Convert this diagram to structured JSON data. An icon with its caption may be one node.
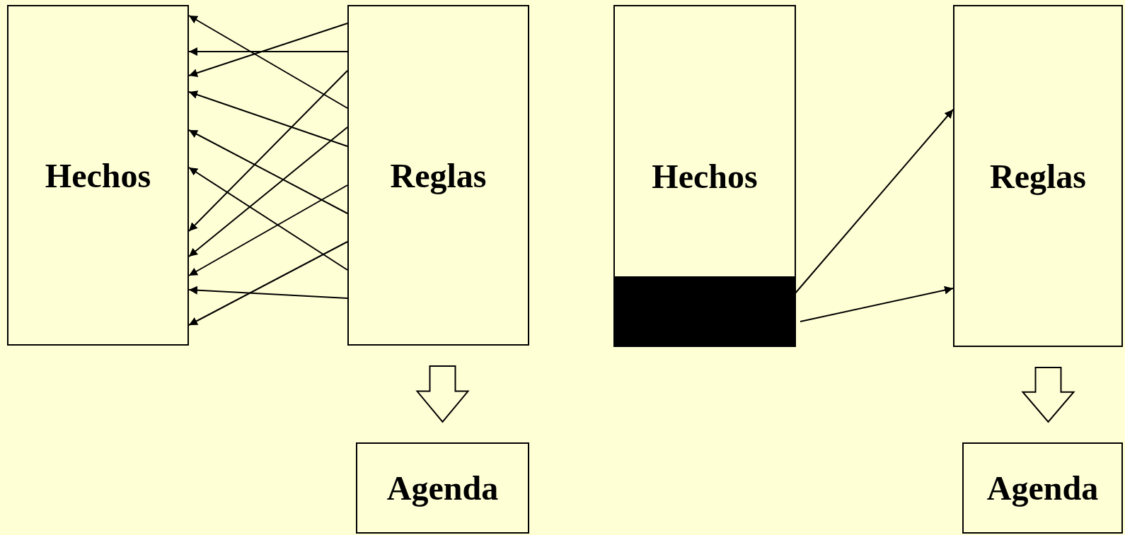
{
  "diagram": {
    "nodes": [
      {
        "text": [
          "Hechos"
        ]
      },
      {
        "text": [
          "Reglas"
        ]
      },
      {
        "text": [
          "Agenda"
        ]
      },
      {
        "text": [
          "Hechos"
        ]
      },
      {
        "text": [],
        "shape": "bar",
        "in": 3
      },
      {
        "text": [
          "Reglas"
        ]
      },
      {
        "text": [
          "Agenda"
        ]
      }
    ],
    "edges": [
      {
        "from": 1,
        "to": 0,
        "arrow": "to"
      },
      {
        "from": 1,
        "to": 0,
        "arrow": "to"
      },
      {
        "from": 1,
        "to": 0,
        "arrow": "to"
      },
      {
        "from": 1,
        "to": 0,
        "arrow": "to"
      },
      {
        "from": 1,
        "to": 0,
        "arrow": "to"
      },
      {
        "from": 1,
        "to": 0,
        "arrow": "to"
      },
      {
        "from": 1,
        "to": 0,
        "arrow": "to"
      },
      {
        "from": 1,
        "to": 0,
        "arrow": "to"
      },
      {
        "from": 1,
        "to": 0,
        "arrow": "to"
      },
      {
        "from": 1,
        "to": 0,
        "arrow": "to"
      },
      {
        "from": 1,
        "to": 0,
        "arrow": "to"
      },
      {
        "from": 1,
        "to": 2,
        "arrow": "to",
        "style": "thick"
      },
      {
        "from": 4,
        "to": 5,
        "arrow": "to"
      },
      {
        "from": 4,
        "to": 5,
        "arrow": "to"
      },
      {
        "from": 5,
        "to": 6,
        "arrow": "to",
        "style": "thick"
      }
    ]
  }
}
